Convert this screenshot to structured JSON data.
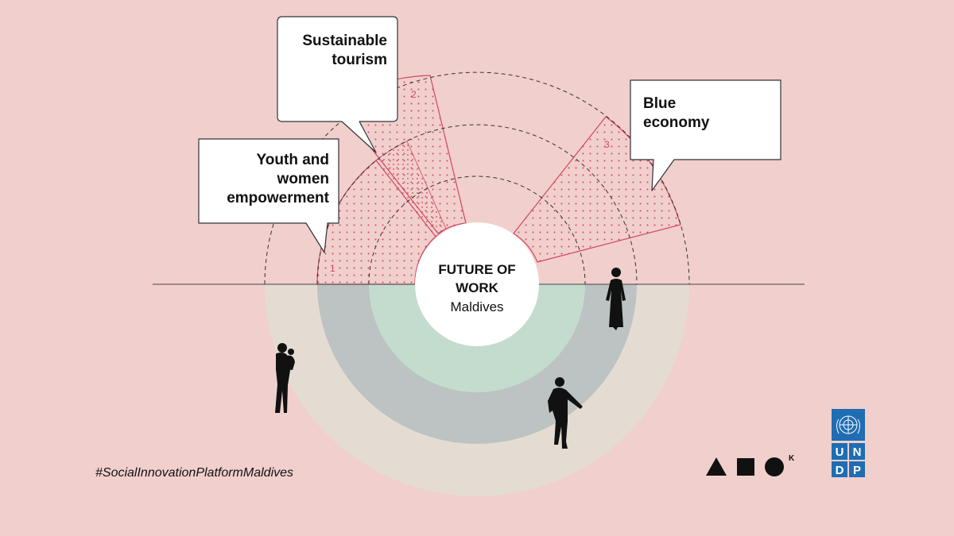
{
  "center": {
    "title_line1": "FUTURE OF",
    "title_line2": "WORK",
    "subtitle": "Maldives"
  },
  "callouts": [
    {
      "id": "1",
      "line1": "Youth and",
      "line2": "women",
      "line3": "empowerment"
    },
    {
      "id": "2",
      "line1": "Sustainable",
      "line2": "tourism"
    },
    {
      "id": "3",
      "line1": "Blue",
      "line2": "economy"
    }
  ],
  "hashtag": "#SocialInnovationPlatformMaldives",
  "logos": {
    "lab_superscript": "K",
    "undp": [
      "U",
      "N",
      "D",
      "P"
    ]
  },
  "colors": {
    "background": "#f1cfcd",
    "accent": "#d0485f",
    "ring_outer": "#e4dcd2",
    "ring_middle": "#bcc3c2",
    "ring_inner": "#c4dccd",
    "undp_blue": "#1f6db3"
  }
}
